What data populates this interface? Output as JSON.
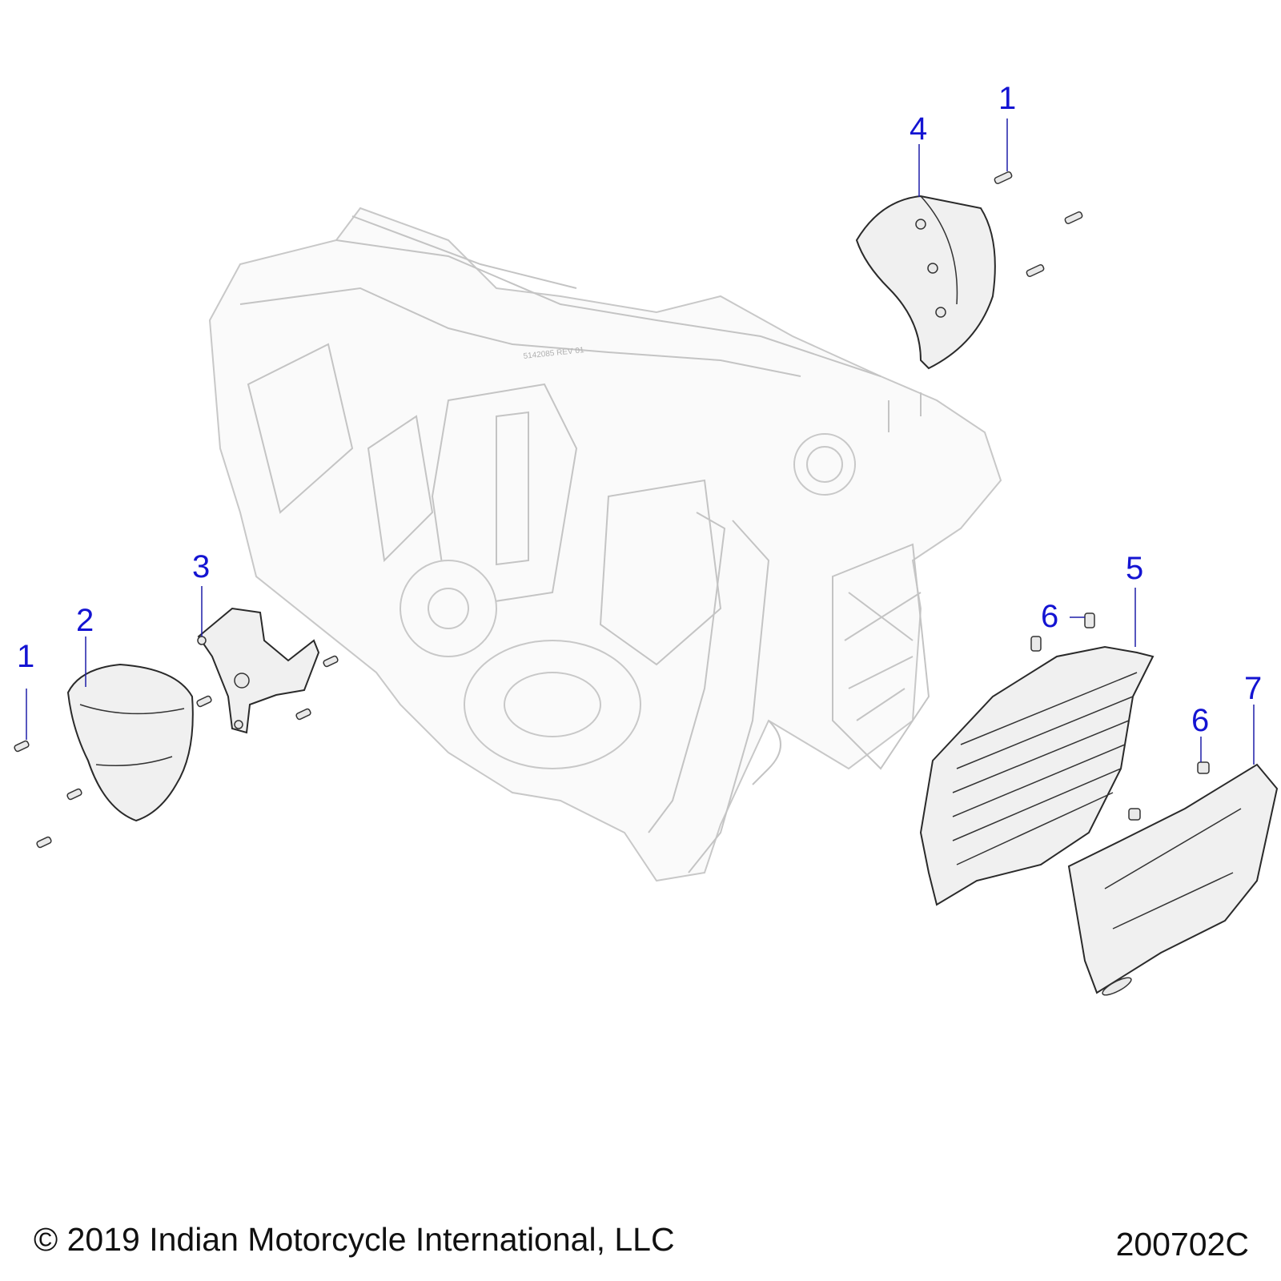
{
  "callouts": [
    {
      "id": "c1a",
      "label": "1"
    },
    {
      "id": "c4",
      "label": "4"
    },
    {
      "id": "c3",
      "label": "3"
    },
    {
      "id": "c2",
      "label": "2"
    },
    {
      "id": "c1b",
      "label": "1"
    },
    {
      "id": "c5",
      "label": "5"
    },
    {
      "id": "c6a",
      "label": "6"
    },
    {
      "id": "c6b",
      "label": "6"
    },
    {
      "id": "c7",
      "label": "7"
    }
  ],
  "footer": {
    "copyright": "© 2019 Indian Motorcycle International, LLC",
    "drawing_number": "200702C"
  },
  "frame_text": {
    "part_number": "5142085 REV 01"
  },
  "colors": {
    "callout": "#1414d2",
    "leader": "#1e1ea8",
    "ghost": "#c8c8c8"
  }
}
